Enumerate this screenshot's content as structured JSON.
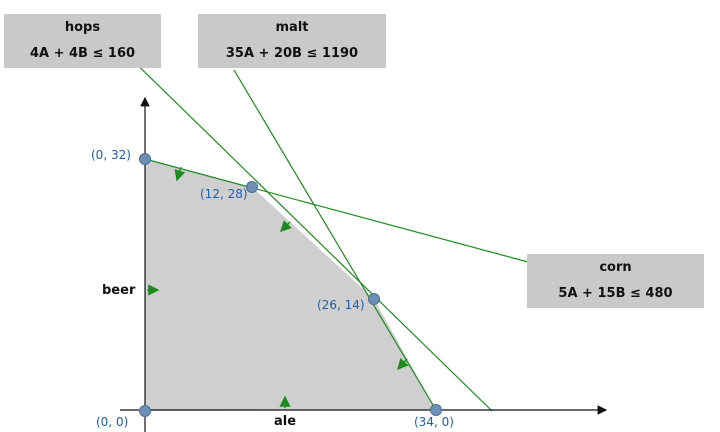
{
  "constraints": {
    "hops": {
      "name": "hops",
      "inequality": "4A + 4B ≤ 160"
    },
    "malt": {
      "name": "malt",
      "inequality": "35A + 20B ≤ 1190"
    },
    "corn": {
      "name": "corn",
      "inequality": "5A + 15B ≤ 480"
    }
  },
  "axes": {
    "x_label": "ale",
    "y_label": "beer"
  },
  "vertices": [
    {
      "label": "(0, 0)",
      "A": 0,
      "B": 0
    },
    {
      "label": "(0, 32)",
      "A": 0,
      "B": 32
    },
    {
      "label": "(12, 28)",
      "A": 12,
      "B": 28
    },
    {
      "label": "(26, 14)",
      "A": 26,
      "B": 14
    },
    {
      "label": "(34, 0)",
      "A": 34,
      "B": 0
    }
  ],
  "colors": {
    "feasible_region": "#cfcfcf",
    "constraint_line": "#1f8a1f",
    "vertex": "#6e8fb5",
    "vertex_label": "#1f5fa8",
    "axis": "#111111"
  }
}
